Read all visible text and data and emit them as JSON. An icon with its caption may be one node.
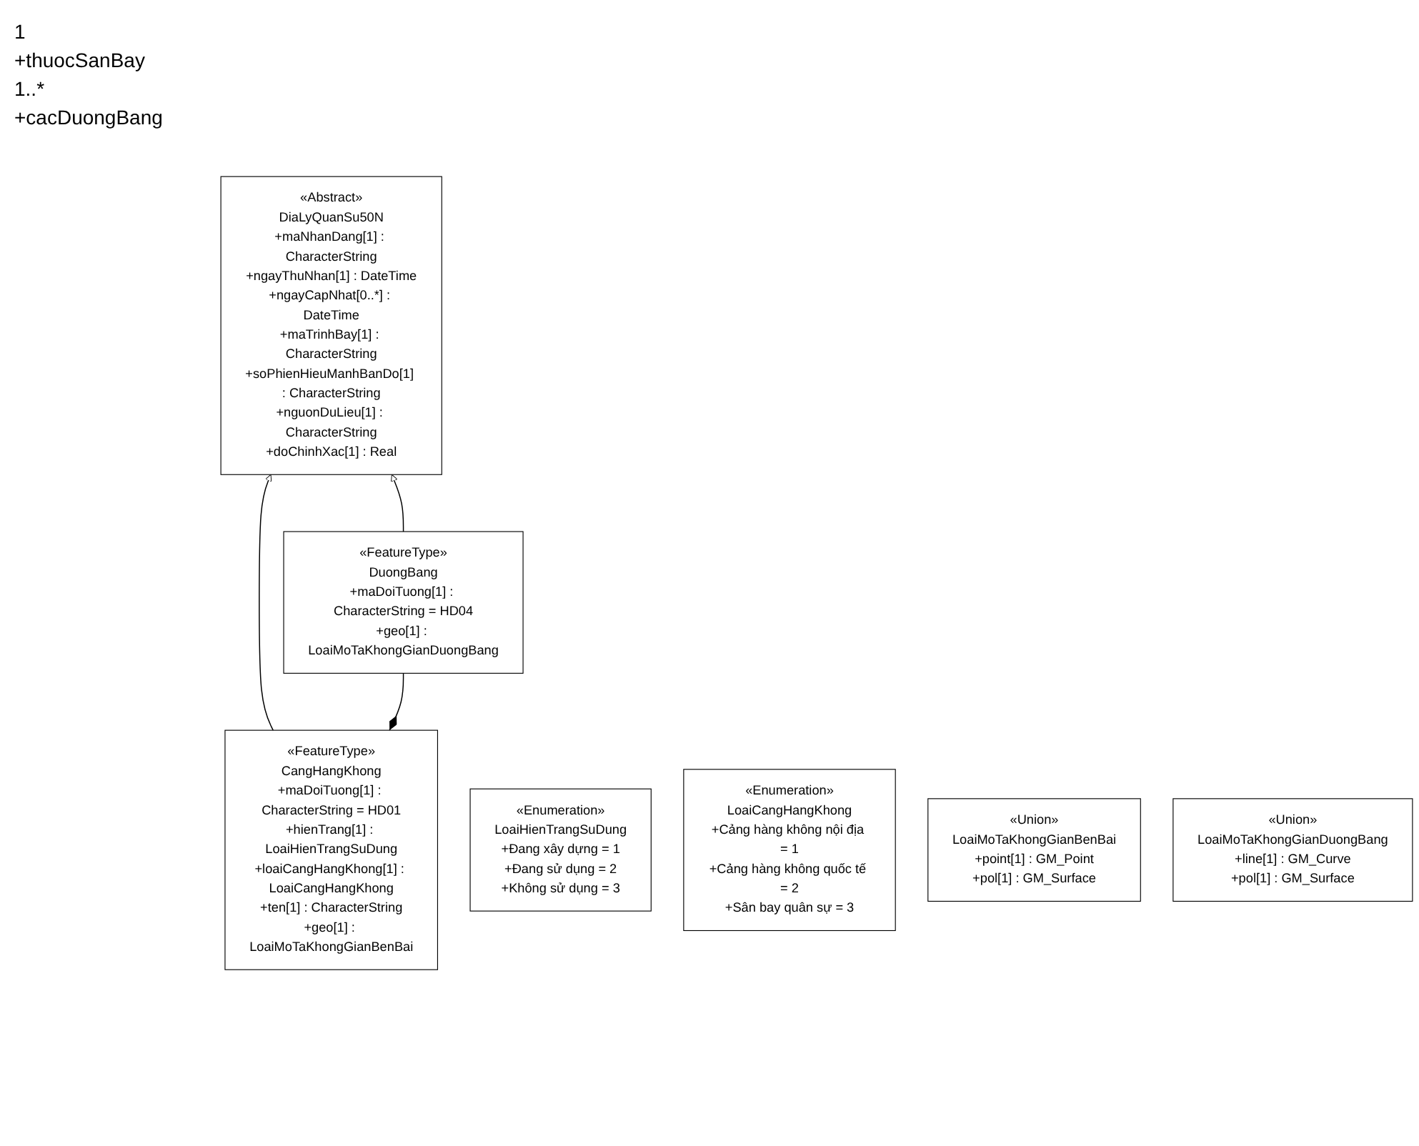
{
  "diagram": {
    "nodes": [
      {
        "text": [
          "«Abstract»",
          "DiaLyQuanSu50N",
          "+maNhanDang[1] : CharacterString",
          "+ngayThuNhan[1] : DateTime",
          "+ngayCapNhat[0..*] : DateTime",
          "+maTrinhBay[1] : CharacterString",
          "+soPhienHieuManhBanDo[1] : CharacterString",
          "+nguonDuLieu[1] : CharacterString",
          "+doChinhXac[1] : Real"
        ]
      },
      {
        "text": [
          "«FeatureType»",
          "CangHangKhong",
          "+maDoiTuong[1] : CharacterString = HD01",
          "+hienTrang[1] : LoaiHienTrangSuDung",
          "+loaiCangHangKhong[1] : LoaiCangHangKhong",
          "+ten[1] : CharacterString",
          "+geo[1] : LoaiMoTaKhongGianBenBai"
        ]
      },
      {
        "text": [
          "«FeatureType»",
          "DuongBang",
          "+maDoiTuong[1] : CharacterString = HD04",
          "+geo[1] : LoaiMoTaKhongGianDuongBang"
        ]
      },
      {
        "text": [
          "«Enumeration»",
          "LoaiHienTrangSuDung",
          "+Đang xây dựng = 1",
          "+Đang sử dụng = 2",
          "+Không sử dụng = 3"
        ]
      },
      {
        "text": [
          "«Enumeration»",
          "LoaiCangHangKhong",
          "+Cảng hàng không nội địa = 1",
          "+Cảng hàng không quốc tế = 2",
          "+Sân bay quân sự = 3"
        ]
      },
      {
        "text": [
          "«Union»",
          "LoaiMoTaKhongGianBenBai",
          "+point[1] : GM_Point",
          "+pol[1] : GM_Surface"
        ]
      },
      {
        "text": [
          "«Union»",
          "LoaiMoTaKhongGianDuongBang",
          "+line[1] : GM_Curve",
          "+pol[1] : GM_Surface"
        ]
      }
    ],
    "edges": [
      {
        "from": 1,
        "to": 0,
        "arrow": "to"
      },
      {
        "from": 2,
        "to": 0,
        "arrow": "to"
      },
      {
        "from": 1,
        "to": 2,
        "arrow": "other"
      }
    ],
    "labels": [
      "1",
      "+thuocSanBay",
      "1..*",
      "+cacDuongBang"
    ]
  }
}
